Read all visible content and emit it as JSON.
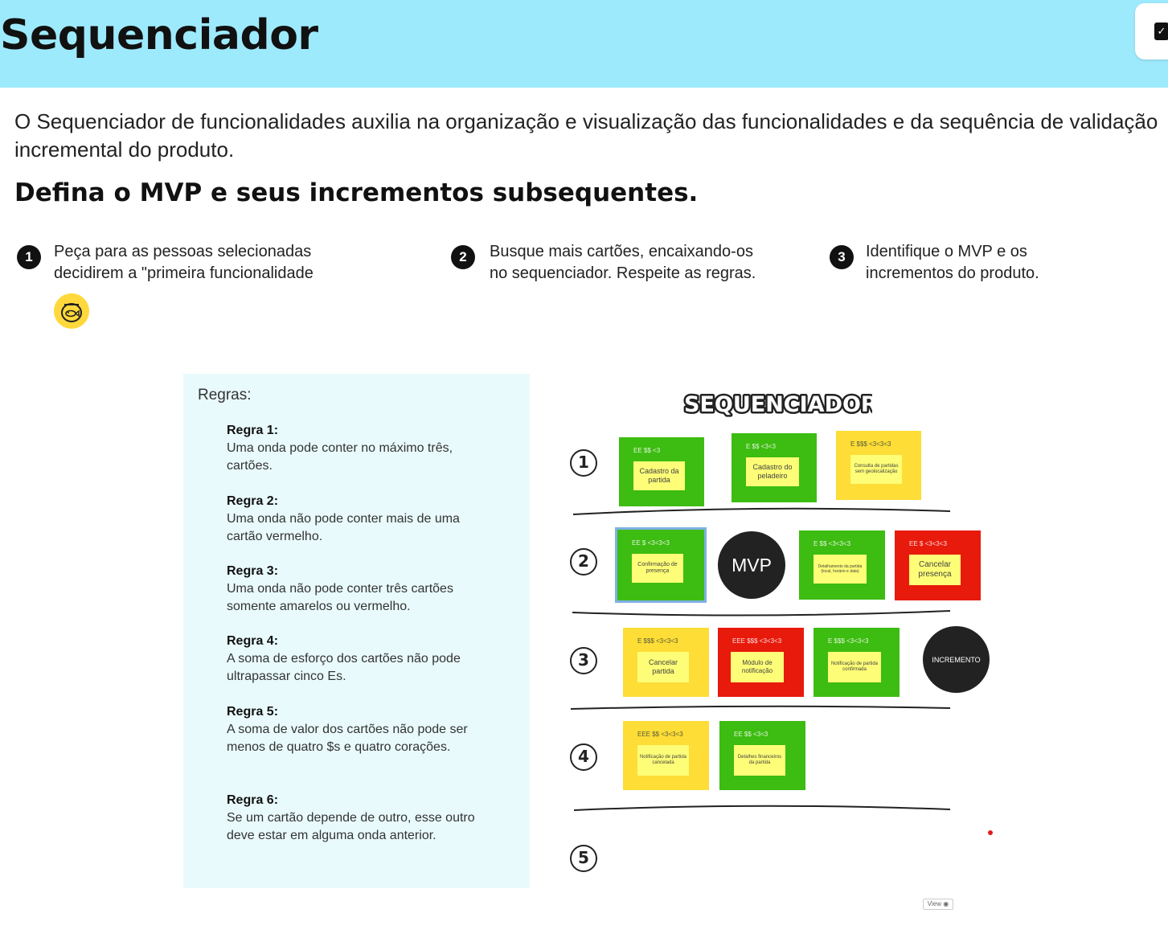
{
  "header": {
    "title": "Sequenciador"
  },
  "intro": {
    "text": "O Sequenciador de funcionalidades auxilia na organização e visualização das funcionalidades e da sequência de validação incremental do produto."
  },
  "subtitle": "Defina o MVP e seus incrementos subsequentes.",
  "steps": [
    {
      "num": "1",
      "text": "Peça para as pessoas selecionadas decidirem a \"primeira funcionalidade"
    },
    {
      "num": "2",
      "text": "Busque mais cartões, encaixando-os no sequenciador. Respeite as regras."
    },
    {
      "num": "3",
      "text": "Identifique o MVP e os incrementos do produto."
    }
  ],
  "rules": {
    "title": "Regras:",
    "items": [
      {
        "heading": "Regra 1:",
        "text": "Uma onda pode conter no máximo três, cartões."
      },
      {
        "heading": "Regra 2:",
        "text": "Uma onda não pode conter mais de uma cartão vermelho."
      },
      {
        "heading": "Regra 3:",
        "text": "Uma onda não pode conter três cartões somente amarelos ou vermelho."
      },
      {
        "heading": "Regra 4:",
        "text": "A soma de esforço dos cartões não pode ultrapassar cinco Es."
      },
      {
        "heading": "Regra 5:",
        "text": "A soma de valor dos cartões não pode ser menos de quatro $s e quatro corações."
      },
      {
        "heading": "Regra 6:",
        "text": "Se um cartão depende de outro, esse outro deve estar em alguma onda anterior."
      }
    ]
  },
  "board": {
    "title": "SEQUENCIADOR",
    "waves": [
      "1",
      "2",
      "3",
      "4",
      "5"
    ],
    "cards": [
      {
        "meta": "EE $$ <3",
        "label": "Cadastro da partida",
        "color": "#3dbc11"
      },
      {
        "meta": "E $$ <3<3",
        "label": "Cadastro do peladeiro",
        "color": "#3dbc11"
      },
      {
        "meta": "E $$$ <3<3<3",
        "label": "Consulta de partidas sem geolocalização",
        "color": "#fddd36"
      },
      {
        "meta": "EE $ <3<3<3",
        "label": "Confirmação de presença",
        "color": "#3dbc11"
      },
      {
        "meta": "E $$ <3<3<3",
        "label": "Detalhamento da partida (local, horário e data)",
        "color": "#3dbc11"
      },
      {
        "meta": "EE $ <3<3<3",
        "label": "Cancelar presença",
        "color": "#e81a0c"
      },
      {
        "meta": "E $$$ <3<3<3",
        "label": "Cancelar partida",
        "color": "#fddd36"
      },
      {
        "meta": "EEE $$$ <3<3<3",
        "label": "Módulo de notificação",
        "color": "#e81a0c"
      },
      {
        "meta": "E $$$ <3<3<3",
        "label": "Notificação de partida confirmada",
        "color": "#3dbc11"
      },
      {
        "meta": "EEE $$ <3<3<3",
        "label": "Notificação de partida cancelada",
        "color": "#fddd36"
      },
      {
        "meta": "EE $$ <3<3",
        "label": "Detalhes financeiros da partida",
        "color": "#3dbc11"
      }
    ],
    "mvp_label": "MVP",
    "increment_label": "INCREMENTO",
    "view_label": "View"
  },
  "icons": {
    "fish": "fishbowl-icon",
    "check": "checkbox-icon"
  }
}
